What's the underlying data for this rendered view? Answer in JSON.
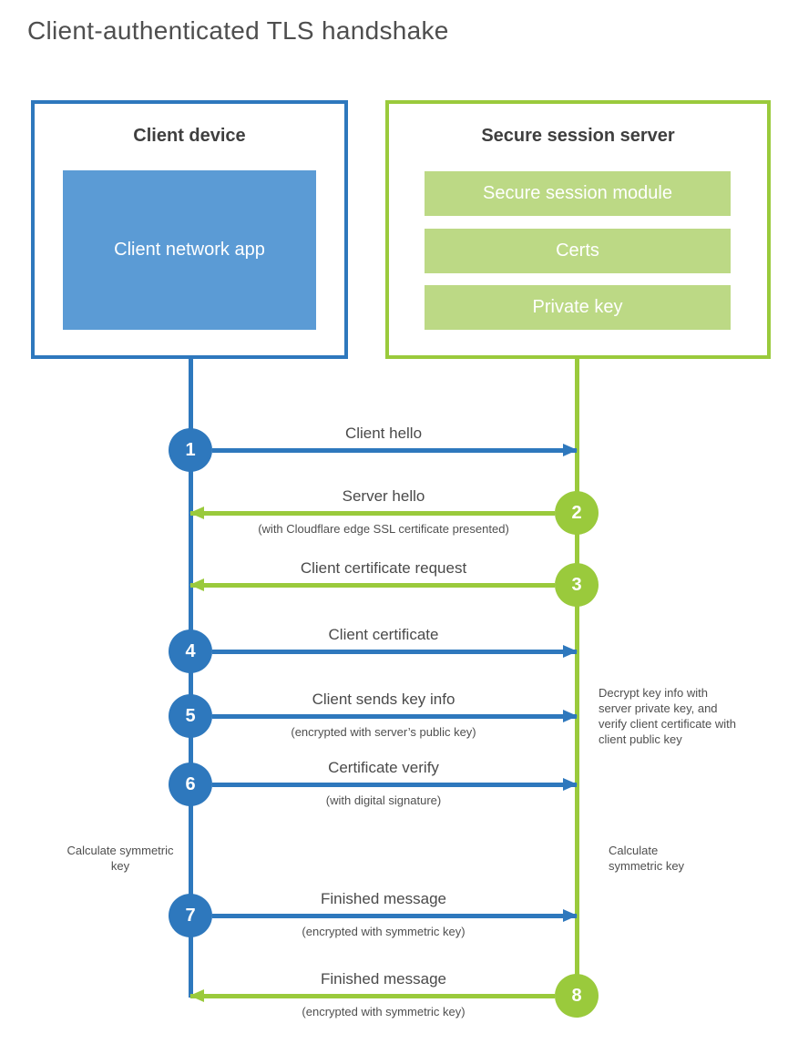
{
  "title": "Client-authenticated TLS handshake",
  "client": {
    "title": "Client device",
    "app_label": "Client network app"
  },
  "server": {
    "title": "Secure session server",
    "modules": [
      "Secure session module",
      "Certs",
      "Private key"
    ]
  },
  "steps": [
    {
      "num": "1",
      "actor": "client",
      "direction": "right",
      "label": "Client hello",
      "sublabel": ""
    },
    {
      "num": "2",
      "actor": "server",
      "direction": "left",
      "label": "Server hello",
      "sublabel": "(with Cloudflare edge SSL certificate presented)"
    },
    {
      "num": "3",
      "actor": "server",
      "direction": "left",
      "label": "Client certificate request",
      "sublabel": ""
    },
    {
      "num": "4",
      "actor": "client",
      "direction": "right",
      "label": "Client certificate",
      "sublabel": ""
    },
    {
      "num": "5",
      "actor": "client",
      "direction": "right",
      "label": "Client sends key info",
      "sublabel": "(encrypted with server’s public key)"
    },
    {
      "num": "6",
      "actor": "client",
      "direction": "right",
      "label": "Certificate verify",
      "sublabel": "(with digital signature)"
    },
    {
      "num": "7",
      "actor": "client",
      "direction": "right",
      "label": "Finished message",
      "sublabel": "(encrypted with symmetric key)"
    },
    {
      "num": "8",
      "actor": "server",
      "direction": "left",
      "label": "Finished message",
      "sublabel": "(encrypted with symmetric key)"
    }
  ],
  "annotations": {
    "calculate_left": "Calculate symmetric key",
    "calculate_right": "Calculate symmetric key",
    "decrypt_note": "Decrypt key info with server private key, and verify client certificate with client public key"
  },
  "colors": {
    "blue": "#2e78bd",
    "blue_fill": "#5b9bd5",
    "green": "#9aca3c",
    "green_fill": "#bcd985",
    "text_dark": "#3f3f3f",
    "text_gray": "#4a4a4a"
  }
}
